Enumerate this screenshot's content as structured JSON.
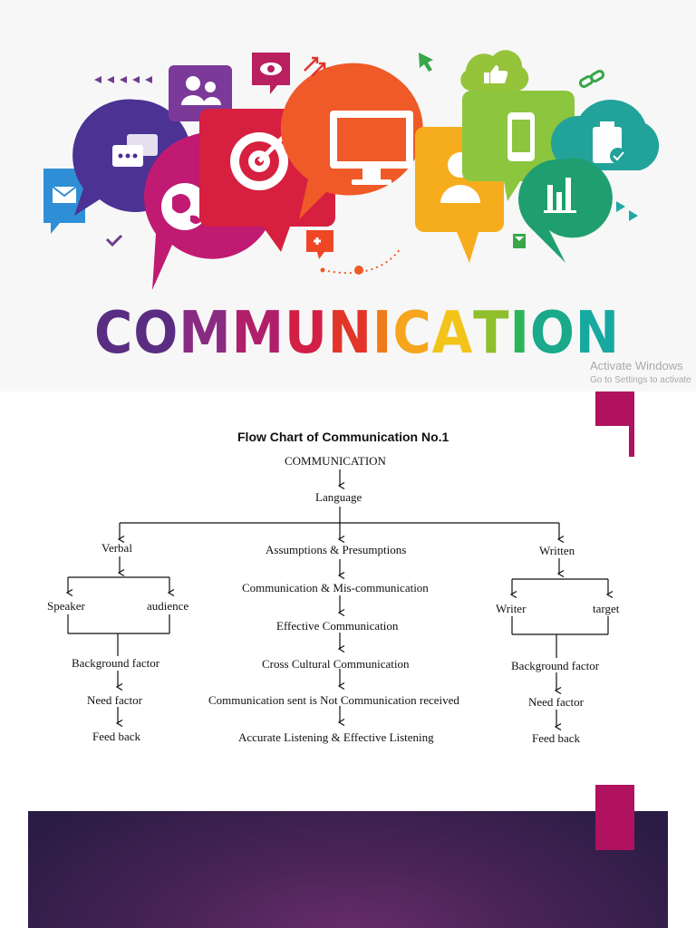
{
  "banner": {
    "word_letters": [
      {
        "ch": "C",
        "color": "#5b2d82"
      },
      {
        "ch": "O",
        "color": "#5b2d82"
      },
      {
        "ch": "M",
        "color": "#8a2b83"
      },
      {
        "ch": "M",
        "color": "#b01f6a"
      },
      {
        "ch": "U",
        "color": "#d21f45"
      },
      {
        "ch": "N",
        "color": "#e3342a"
      },
      {
        "ch": "I",
        "color": "#f07a1a"
      },
      {
        "ch": "C",
        "color": "#f6a51c"
      },
      {
        "ch": "A",
        "color": "#f2c41a"
      },
      {
        "ch": "T",
        "color": "#8fbf2a"
      },
      {
        "ch": "I",
        "color": "#2fb35a"
      },
      {
        "ch": "O",
        "color": "#1aa98a"
      },
      {
        "ch": "N",
        "color": "#17a9a0"
      }
    ],
    "icons": [
      "mail-icon",
      "chat-icon",
      "users-icon",
      "eye-icon",
      "target-icon",
      "globe-icon",
      "monitor-icon",
      "thumbs-up-icon",
      "link-icon",
      "phone-icon",
      "clipboard-check-icon",
      "person-icon",
      "bar-chart-icon",
      "download-icon",
      "cursor-icon"
    ]
  },
  "watermark": {
    "line1": "Activate Windows",
    "line2": "Go to Settings to activate"
  },
  "flowchart": {
    "title": "Flow Chart of Communication No.1",
    "root": "COMMUNICATION",
    "level1": "Language",
    "left": {
      "head": "Verbal",
      "a": "Speaker",
      "b": "audience",
      "steps": [
        "Background factor",
        "Need factor",
        "Feed back"
      ]
    },
    "center": {
      "steps": [
        "Assumptions & Presumptions",
        "Communication & Mis-communication",
        "Effective Communication",
        "Cross Cultural Communication",
        "Communication sent is Not Communication received",
        "Accurate Listening & Effective Listening"
      ]
    },
    "right": {
      "head": "Written",
      "a": "Writer",
      "b": "target",
      "steps": [
        "Background factor",
        "Need factor",
        "Feed back"
      ]
    }
  },
  "colors": {
    "accent": "#b0125f",
    "slide3_dark": "#2b1c45"
  }
}
